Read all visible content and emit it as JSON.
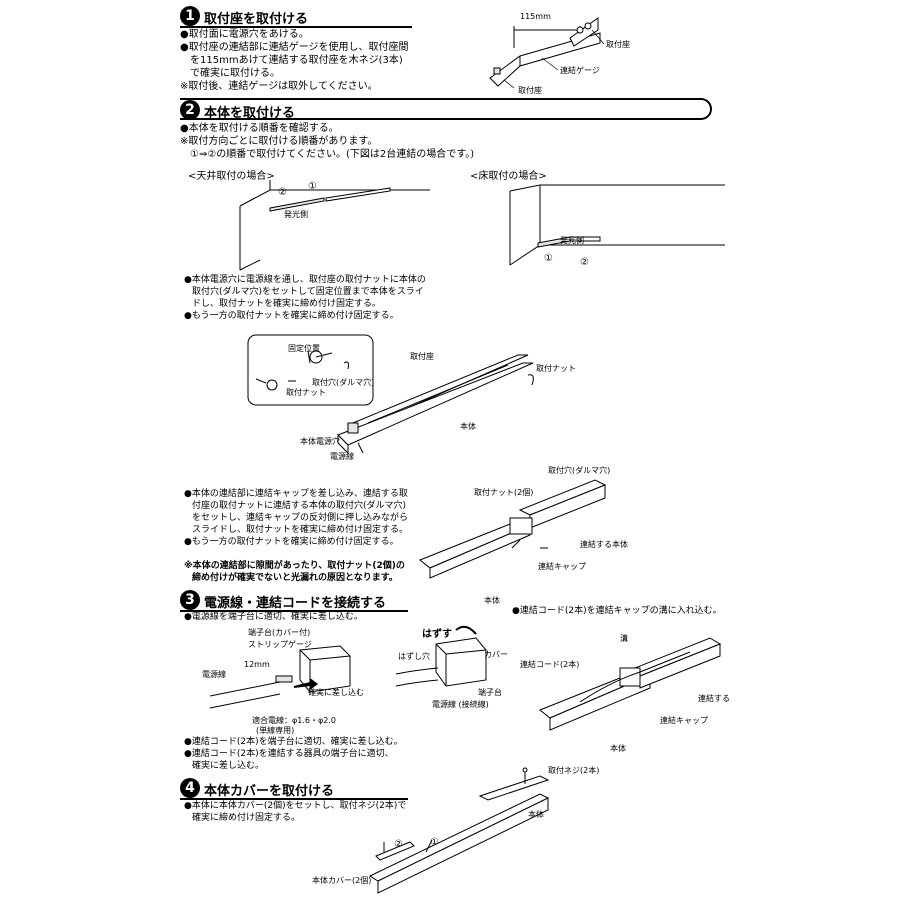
{
  "s1": {
    "num": "1",
    "title": "取付座を取付ける",
    "lines": [
      "●取付面に電源穴をあける。",
      "●取付座の連結部に連結ゲージを使用し、取付座間",
      "を115mmあけて連結する取付座を木ネジ(3本)",
      "で確実に取付ける。",
      "※取付後、連結ゲージは取外してください。"
    ],
    "fig": {
      "dim": "115mm",
      "l1": "取付座",
      "l2": "連結ゲージ",
      "l3": "取付座"
    }
  },
  "s2": {
    "num": "2",
    "title": "本体を取付ける",
    "lines": [
      "●本体を取付ける順番を確認する。",
      "※取付方向ごとに取付ける順番があります。",
      "①⇒②の順番で取付けてください。(下図は2台連結の場合です。)"
    ],
    "ceiling": {
      "title": "<天井取付の場合>",
      "n1": "②",
      "n2": "①",
      "label": "発光側"
    },
    "floor": {
      "title": "<床取付の場合>",
      "label": "発光側",
      "n1": "①",
      "n2": "②"
    },
    "lines2": [
      "●本体電源穴に電源線を通し、取付座の取付ナットに本体の",
      "取付穴(ダルマ穴)をセットして固定位置まで本体をスライ",
      "ドし、取付ナットを確実に締め付け固定する。",
      "●もう一方の取付ナットを確実に締め付け固定する。"
    ],
    "fig2": {
      "l1": "固定位置",
      "l2": "取付穴(ダルマ穴)",
      "l3": "取付ナット",
      "l4": "取付座",
      "l5": "取付ナット",
      "l6": "本体",
      "l7": "本体電源穴",
      "l8": "電源線"
    },
    "lines3": [
      "●本体の連結部に連結キャップを差し込み、連結する取",
      "付座の取付ナットに連結する本体の取付穴(ダルマ穴)",
      "をセットし、連結キャップの反対側に押し込みながら",
      "スライドし、取付ナットを確実に締め付け固定する。",
      "●もう一方の取付ナットを確実に締め付け固定する。"
    ],
    "note": [
      "※本体の連結部に隙間があったり、取付ナット(2個)の",
      "締め付けが確実でないと光漏れの原因となります。"
    ],
    "fig3": {
      "l1": "取付穴(ダルマ穴)",
      "l2": "取付ナット(2個)",
      "l3": "連結する本体",
      "l4": "連結キャップ",
      "l5": "本体"
    }
  },
  "s3": {
    "num": "3",
    "title": "電源線・連結コードを接続する",
    "lines": [
      "●電源線を端子台に適切、確実に差し込む。"
    ],
    "fig": {
      "l1": "端子台(カバー付)",
      "l2": "ストリップゲージ",
      "l3": "12mm",
      "l4": "電源線",
      "l5": "確実に差し込む",
      "l6": "適合電線：φ1.6・φ2.0",
      "l7": "(単線専用)"
    },
    "fig2": {
      "l1": "はずす",
      "l2": "はずし穴",
      "l3": "カバー",
      "l4": "端子台",
      "l5": "電源線 (接続線)"
    },
    "lines2": [
      "●連結コード(2本)を端子台に適切、確実に差し込む。",
      "●連結コード(2本)を連結する器具の端子台に適切、",
      "確実に差し込む。"
    ],
    "right_note": "●連結コード(2本)を連結キャップの溝に入れ込む。",
    "fig3": {
      "l1": "溝",
      "l2": "連結コード(2本)",
      "l3": "連結する",
      "l4": "連結キャップ",
      "l5": "本体"
    }
  },
  "s4": {
    "num": "4",
    "title": "本体カバーを取付ける",
    "lines": [
      "●本体に本体カバー(2個)をセットし、取付ネジ(2本)で",
      "確実に締め付け固定する。"
    ],
    "fig": {
      "l1": "取付ネジ(2本)",
      "l2": "本体",
      "l3": "本体カバー(2個)",
      "n1": "②",
      "n2": "①"
    }
  }
}
